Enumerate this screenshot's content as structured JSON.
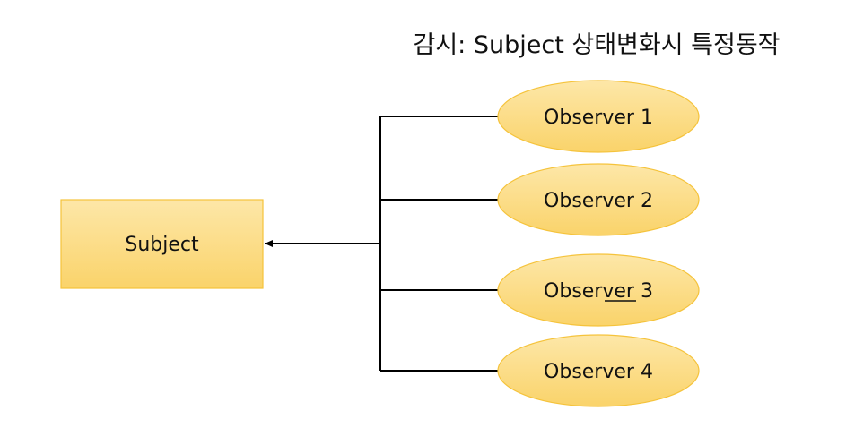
{
  "title": "감시: Subject 상태변화시 특정동작",
  "subject": {
    "label": "Subject"
  },
  "observers": [
    {
      "label": "Observer 1"
    },
    {
      "label": "Observer 2"
    },
    {
      "label": "Observer 3"
    },
    {
      "label": "Observer 4"
    }
  ],
  "colors": {
    "fill_top": "#fde7a8",
    "fill_bottom": "#fad36a",
    "stroke": "#f5c33b",
    "line": "#000000",
    "text": "#111111"
  }
}
